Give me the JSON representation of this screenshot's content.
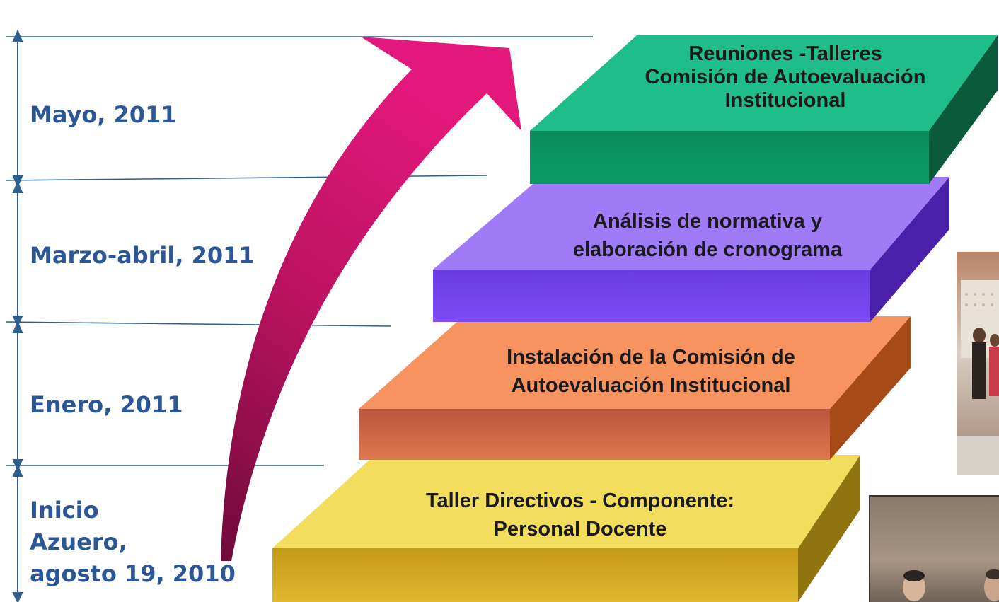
{
  "timeline": {
    "periods": [
      {
        "label_lines": [
          "Mayo, 2011"
        ]
      },
      {
        "label_lines": [
          "Marzo-abril, 2011"
        ]
      },
      {
        "label_lines": [
          "Enero, 2011"
        ]
      },
      {
        "label_lines": [
          "Inicio",
          "Azuero,",
          "agosto 19, 2010"
        ]
      }
    ]
  },
  "steps": [
    {
      "lines": [
        "Reuniones -Talleres",
        "Comisión de Autoevaluación",
        "Institucional"
      ],
      "color": "#1fb98a"
    },
    {
      "lines": [
        "Análisis de normativa y",
        "elaboración de cronograma"
      ],
      "color": "#9b6cf7"
    },
    {
      "lines": [
        "Instalación de la Comisión de",
        "Autoevaluación Institucional"
      ],
      "color": "#f58e5a"
    },
    {
      "lines": [
        "Taller Directivos - Componente:",
        "Personal Docente"
      ],
      "color": "#f0dc5a"
    }
  ],
  "colors": {
    "label_text": "#2b5797",
    "axis": "#2d5f8f",
    "arrow_top": "#e0177a",
    "arrow_bottom": "#7a0a3e"
  },
  "photos": [
    {
      "description_icon": "group-photo-icon"
    },
    {
      "description_icon": "people-photo-icon"
    }
  ]
}
